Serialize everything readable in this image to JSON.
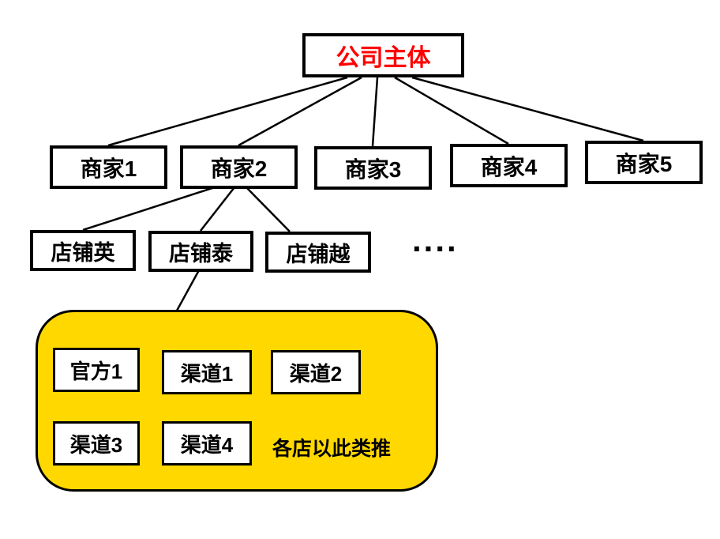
{
  "diagram": {
    "root": {
      "label": "公司主体"
    },
    "merchants": [
      {
        "label": "商家1"
      },
      {
        "label": "商家2"
      },
      {
        "label": "商家3"
      },
      {
        "label": "商家4"
      },
      {
        "label": "商家5"
      }
    ],
    "shops": [
      {
        "label": "店铺英"
      },
      {
        "label": "店铺泰"
      },
      {
        "label": "店铺越"
      }
    ],
    "ellipsis": "....",
    "channel_group": {
      "row1": [
        {
          "label": "官方1"
        },
        {
          "label": "渠道1"
        },
        {
          "label": "渠道2"
        }
      ],
      "row2": [
        {
          "label": "渠道3"
        },
        {
          "label": "渠道4"
        }
      ],
      "note": "各店以此类推"
    },
    "colors": {
      "root_text": "#FF0000",
      "group_fill": "#FFD800",
      "border": "#000000",
      "background": "#FFFFFF"
    }
  }
}
